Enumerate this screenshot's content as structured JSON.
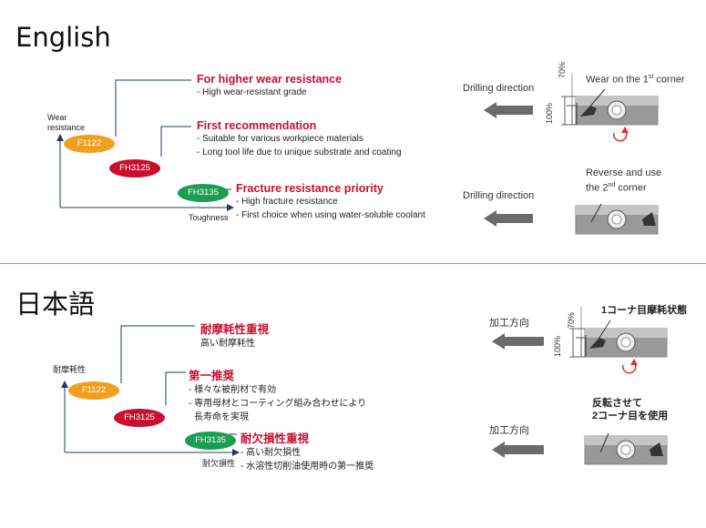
{
  "english": {
    "title": "English",
    "axis_y": [
      "Wear",
      "resistance"
    ],
    "axis_x": "Toughness",
    "badges": [
      {
        "label": "F1122",
        "color": "#f0a020"
      },
      {
        "label": "FH3125",
        "color": "#c8102e"
      },
      {
        "label": "FH3135",
        "color": "#1a9e50"
      }
    ],
    "groups": [
      {
        "heading": "For higher wear resistance",
        "items": [
          "- High wear-resistant grade"
        ]
      },
      {
        "heading": "First recommendation",
        "items": [
          "- Suitable for various workpiece materials",
          "- Long tool life due to unique substrate and coating"
        ]
      },
      {
        "heading": "Fracture resistance priority",
        "items": [
          "- High fracture resistance",
          "- First choice when using water-soluble coolant"
        ]
      }
    ],
    "drilling_direction": "Drilling direction",
    "pct_70": "70%",
    "pct_100": "100%",
    "wear_note": {
      "pre": "Wear on the 1",
      "sup": "st",
      "post": " corner"
    },
    "reverse_note": {
      "line1": "Reverse and use",
      "pre": "the 2",
      "sup": "nd",
      "post": " corner"
    }
  },
  "japanese": {
    "title": "日本語",
    "axis_y": "耐摩耗性",
    "axis_x": "耐欠損性",
    "badges": [
      {
        "label": "F1122",
        "color": "#f0a020"
      },
      {
        "label": "FH3125",
        "color": "#c8102e"
      },
      {
        "label": "FH3135",
        "color": "#1a9e50"
      }
    ],
    "groups": [
      {
        "heading": "耐摩耗性重視",
        "items": [
          "高い耐摩耗性"
        ]
      },
      {
        "heading": "第一推奨",
        "items": [
          "- 様々な被削材で有効",
          "- 専用母材とコーティング組み合わせにより",
          "長寿命を実現"
        ]
      },
      {
        "heading": "耐欠損性重視",
        "items": [
          "- 高い耐欠損性",
          "- 水溶性切削油使用時の第一推奨"
        ]
      }
    ],
    "drilling_direction": "加工方向",
    "pct_70": "70%",
    "pct_100": "100%",
    "wear_note": "1コーナ目摩耗状態",
    "reverse_note": [
      "反転させて",
      "2コーナ目を使用"
    ]
  },
  "colors": {
    "red_heading": "#c8102e",
    "axis_line": "#1f3a6e",
    "arrow_gray": "#6b6b6b"
  }
}
